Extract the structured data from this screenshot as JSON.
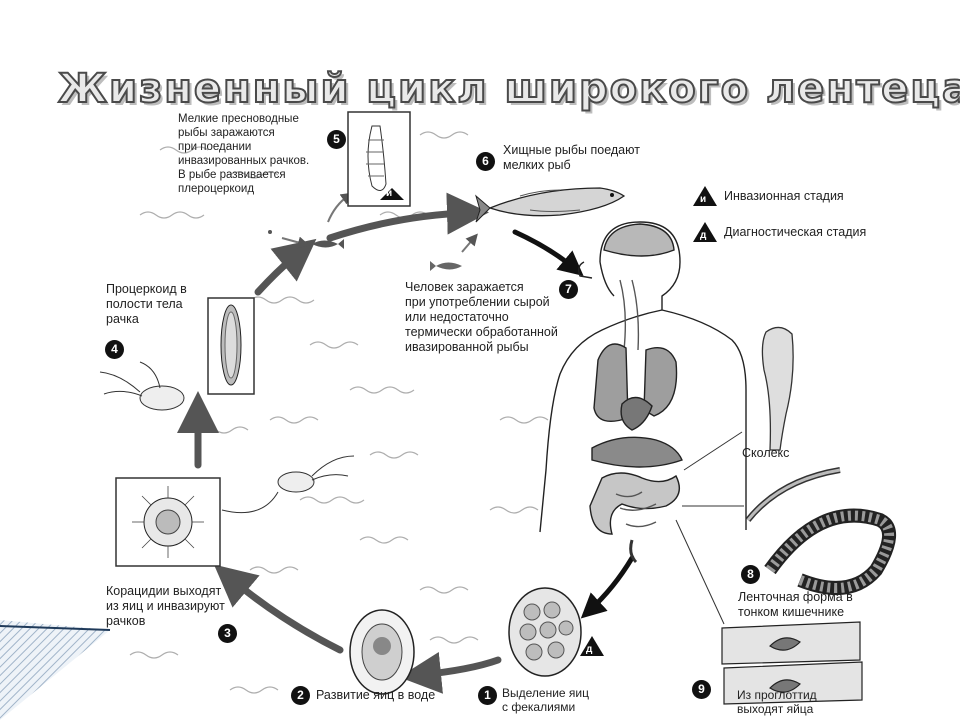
{
  "title": "Жизненный цикл широкого лентеца",
  "steps": {
    "s1": {
      "num": "1",
      "lines": [
        "Выделение яиц",
        "с фекалиями"
      ]
    },
    "s2": {
      "num": "2",
      "lines": [
        "Развитие яиц в воде"
      ]
    },
    "s3": {
      "num": "3",
      "lines": [
        "Корацидии выходят",
        "из яиц и инвазируют",
        "рачков"
      ]
    },
    "s4": {
      "num": "4",
      "lines": [
        "Процеркоид в",
        "полости тела",
        "рачка"
      ]
    },
    "s5": {
      "num": "5",
      "lines": [
        "Мелкие пресноводные",
        "рыбы заражаются",
        "при поедании",
        "инвазированных рачков.",
        "В рыбе развивается",
        "плероцеркоид"
      ]
    },
    "s6": {
      "num": "6",
      "lines": [
        "Хищные рыбы поедают",
        "мелких рыб"
      ]
    },
    "s7": {
      "num": "7",
      "lines": [
        "Человек заражается",
        "при употреблении сырой",
        "или недостаточно",
        "термически обработанной",
        "ивазированной рыбы"
      ]
    },
    "s8": {
      "num": "8",
      "lines": [
        "Ленточная форма в",
        "тонком кишечнике"
      ]
    },
    "s9": {
      "num": "9",
      "lines": [
        "Из проглоттид",
        "выходят яйца"
      ]
    }
  },
  "scolex_label": "Сколекс",
  "legend": {
    "invasive_mark": "и",
    "invasive_label": "Инвазионная стадия",
    "diagnostic_mark": "д",
    "diagnostic_label": "Диагностическая стадия"
  }
}
